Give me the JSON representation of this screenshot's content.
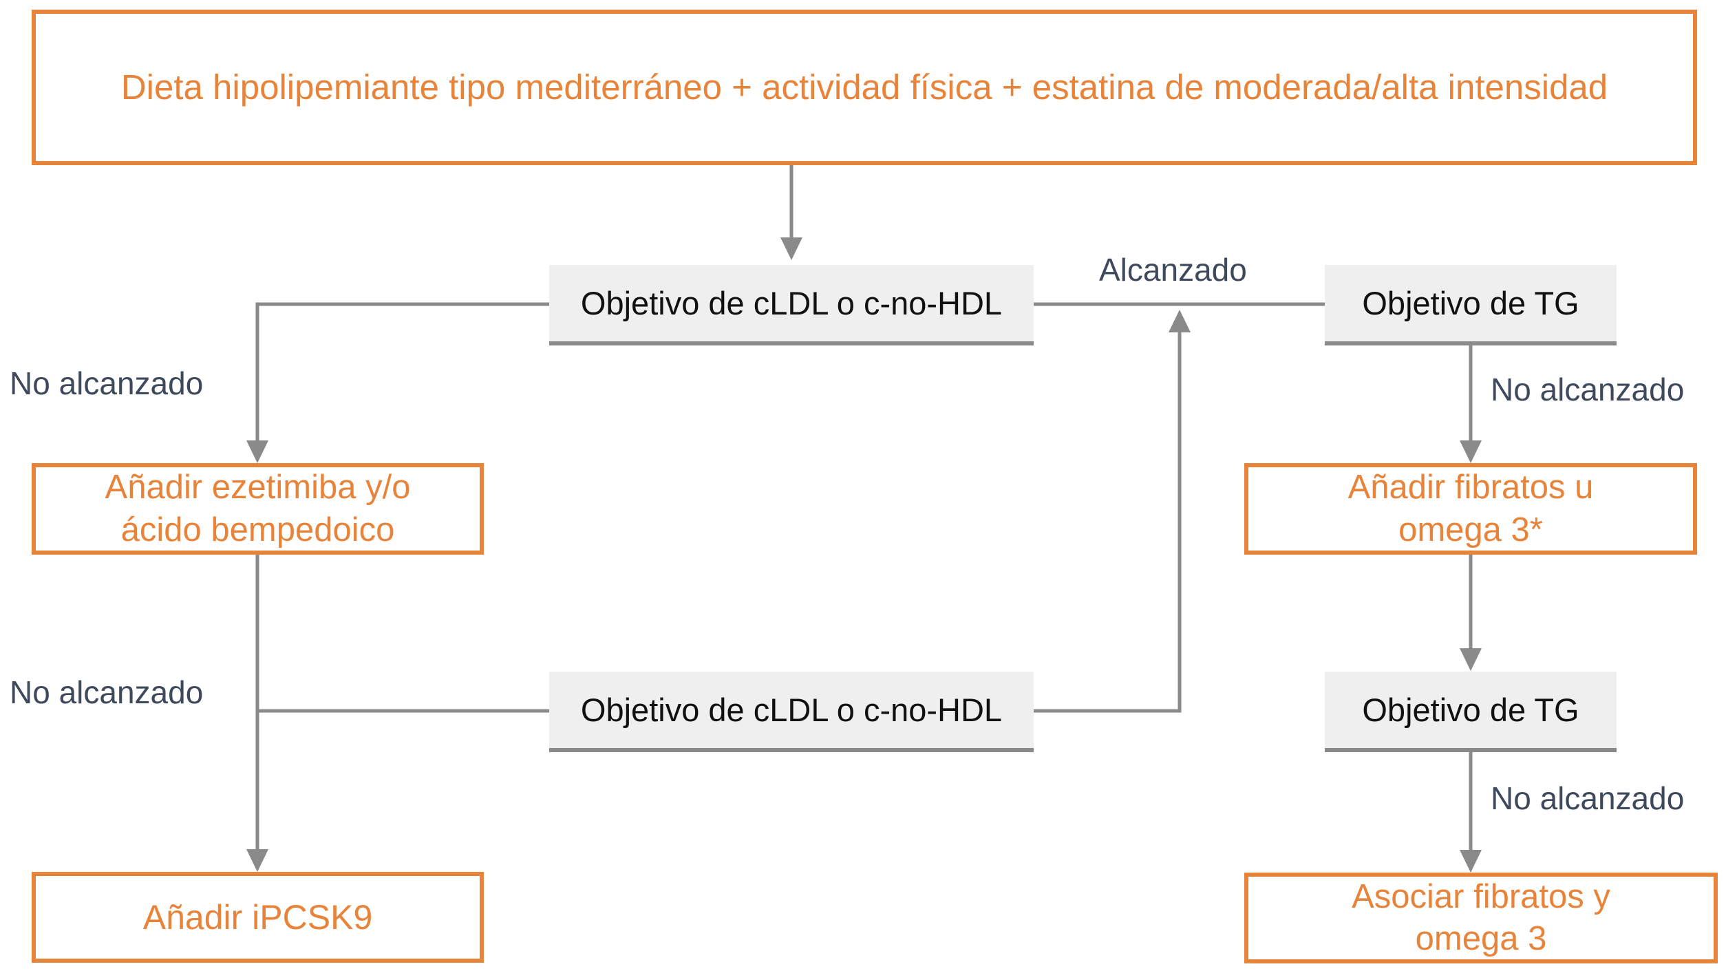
{
  "colors": {
    "accent": "#E8833A",
    "connector": "#8A8A8A",
    "goal_fill": "#EFEFEF",
    "label_text": "#3E4A5C"
  },
  "nodes": {
    "start": "Dieta hipolipemiante tipo mediterráneo + actividad física + estatina de moderada/alta intensidad",
    "ldl_goal_1": "Objetivo de cLDL o c-no-HDL",
    "ldl_goal_2": "Objetivo de cLDL o c-no-HDL",
    "tg_goal_1": "Objetivo de TG",
    "tg_goal_2": "Objetivo de TG",
    "add_ezetimibe": {
      "line1": "Añadir ezetimiba y/o",
      "line2": "ácido bempedoico"
    },
    "add_ipcsk9": "Añadir iPCSK9",
    "add_fibrates": {
      "line1": "Añadir fibratos u",
      "line2": "omega 3*"
    },
    "combine_fibrates": {
      "line1": "Asociar fibratos y",
      "line2": "omega 3"
    }
  },
  "edge_labels": {
    "achieved": "Alcanzado",
    "not_achieved_1": "No alcanzado",
    "not_achieved_2": "No alcanzado",
    "not_achieved_3": "No alcanzado",
    "not_achieved_4": "No alcanzado"
  }
}
